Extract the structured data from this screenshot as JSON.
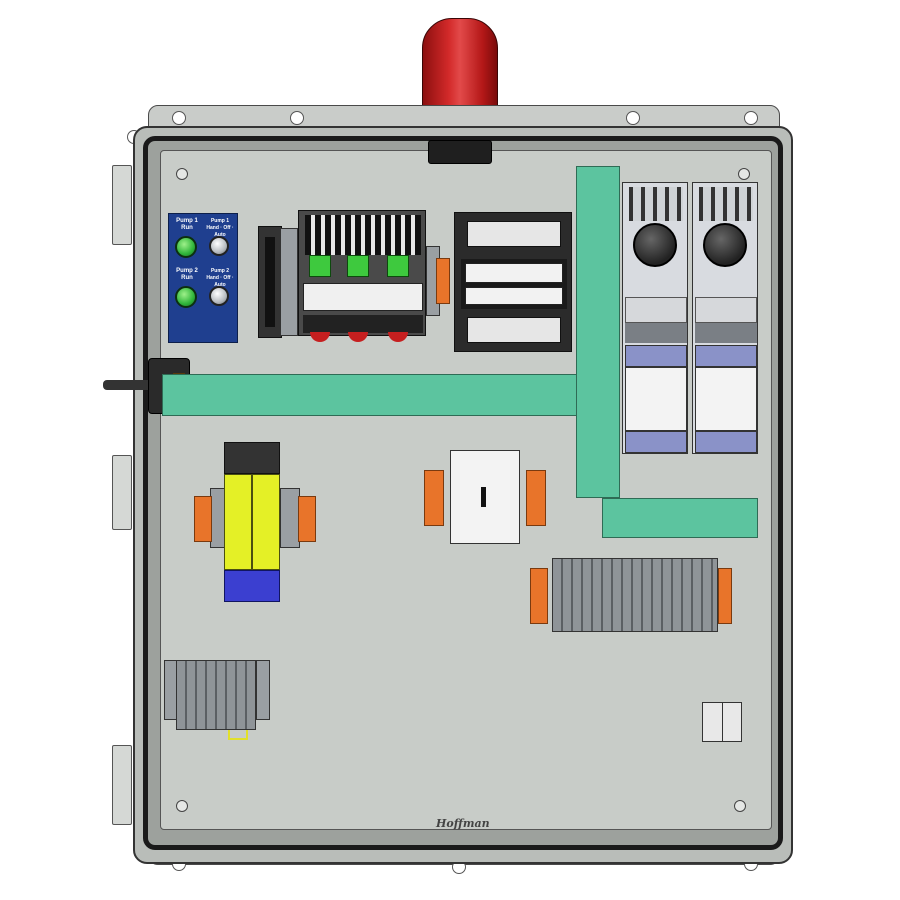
{
  "panel": {
    "operator_labels": {
      "pump1_run": "Pump 1\nRun",
      "pump1_hoa": "Pump 1\nHand · Off · Auto",
      "pump2_run": "Pump 2\nRun",
      "pump2_hoa": "Pump 2\nHand · Off · Auto"
    },
    "manufacturer_logo": "Hoffman"
  },
  "colors": {
    "wire_duct": "#5cc49f",
    "beacon": "#d32a2a",
    "operator_panel": "#1f3f8f",
    "pilot_light": "#2fb53a",
    "din_end_stop": "#e8742a",
    "relay_module": "#e4f026"
  }
}
